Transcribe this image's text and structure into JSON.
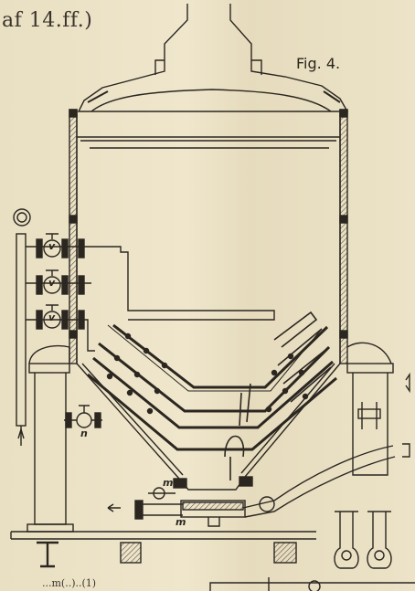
{
  "header_fragment": "af 14.ff.)",
  "figure_label": "Fig. 4.",
  "part_labels": {
    "v1": "v",
    "v2": "v",
    "v3": "v",
    "n": "n",
    "m_upper": "m",
    "m_lower": "m"
  },
  "bottom_caption": "...m(..)..(1)",
  "colors": {
    "ink": "#2b2620",
    "paper": "#ede4c8",
    "hatch": "#5a5148"
  }
}
